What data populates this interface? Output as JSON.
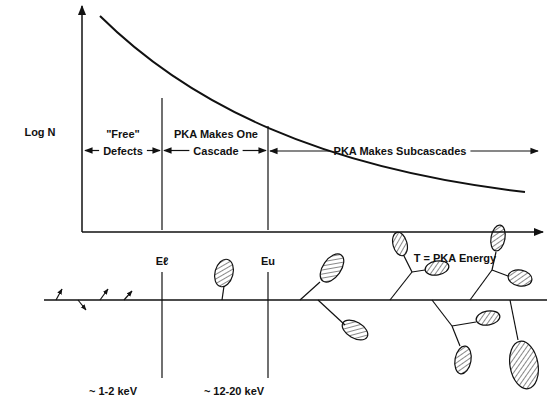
{
  "diagram": {
    "labels": [
      "Log N",
      "\"Free\" Defects",
      "PKA Makes One Cascade",
      "PKA Makes Subcascades",
      "Eℓ",
      "Eu",
      "T = PKA Energy",
      "~ 1-2 keV",
      "~ 12-20 keV"
    ]
  }
}
